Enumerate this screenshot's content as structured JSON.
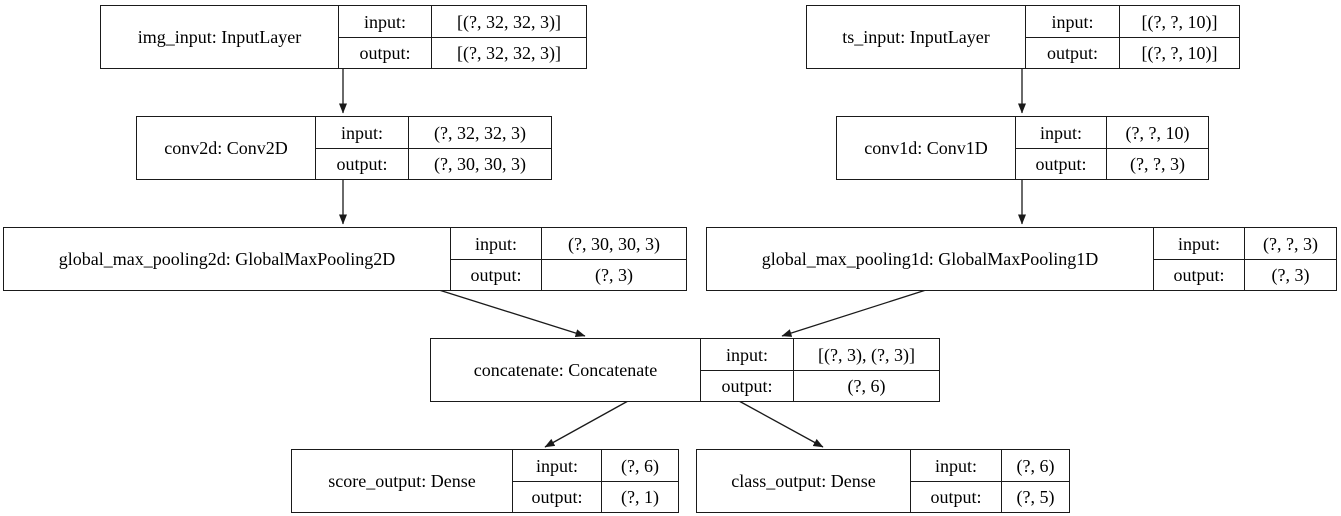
{
  "diagram": {
    "type": "keras-model-graph",
    "io_labels": {
      "input": "input:",
      "output": "output:"
    },
    "nodes": [
      {
        "id": "img_input",
        "label": "img_input: InputLayer",
        "input": "[(?, 32, 32, 3)]",
        "output": "[(?, 32, 32, 3)]"
      },
      {
        "id": "ts_input",
        "label": "ts_input: InputLayer",
        "input": "[(?, ?, 10)]",
        "output": "[(?, ?, 10)]"
      },
      {
        "id": "conv2d",
        "label": "conv2d: Conv2D",
        "input": "(?, 32, 32, 3)",
        "output": "(?, 30, 30, 3)"
      },
      {
        "id": "conv1d",
        "label": "conv1d: Conv1D",
        "input": "(?, ?, 10)",
        "output": "(?, ?, 3)"
      },
      {
        "id": "global_max_pooling2d",
        "label": "global_max_pooling2d: GlobalMaxPooling2D",
        "input": "(?, 30, 30, 3)",
        "output": "(?, 3)"
      },
      {
        "id": "global_max_pooling1d",
        "label": "global_max_pooling1d: GlobalMaxPooling1D",
        "input": "(?, ?, 3)",
        "output": "(?, 3)"
      },
      {
        "id": "concatenate",
        "label": "concatenate: Concatenate",
        "input": "[(?, 3), (?, 3)]",
        "output": "(?, 6)"
      },
      {
        "id": "score_output",
        "label": "score_output: Dense",
        "input": "(?, 6)",
        "output": "(?, 1)"
      },
      {
        "id": "class_output",
        "label": "class_output: Dense",
        "input": "(?, 6)",
        "output": "(?, 5)"
      }
    ],
    "edges": [
      {
        "from": "img_input",
        "to": "conv2d"
      },
      {
        "from": "ts_input",
        "to": "conv1d"
      },
      {
        "from": "conv2d",
        "to": "global_max_pooling2d"
      },
      {
        "from": "conv1d",
        "to": "global_max_pooling1d"
      },
      {
        "from": "global_max_pooling2d",
        "to": "concatenate"
      },
      {
        "from": "global_max_pooling1d",
        "to": "concatenate"
      },
      {
        "from": "concatenate",
        "to": "score_output"
      },
      {
        "from": "concatenate",
        "to": "class_output"
      }
    ],
    "colors": {
      "border": "#1a1a1a",
      "background": "#ffffff",
      "text": "#000000"
    }
  }
}
